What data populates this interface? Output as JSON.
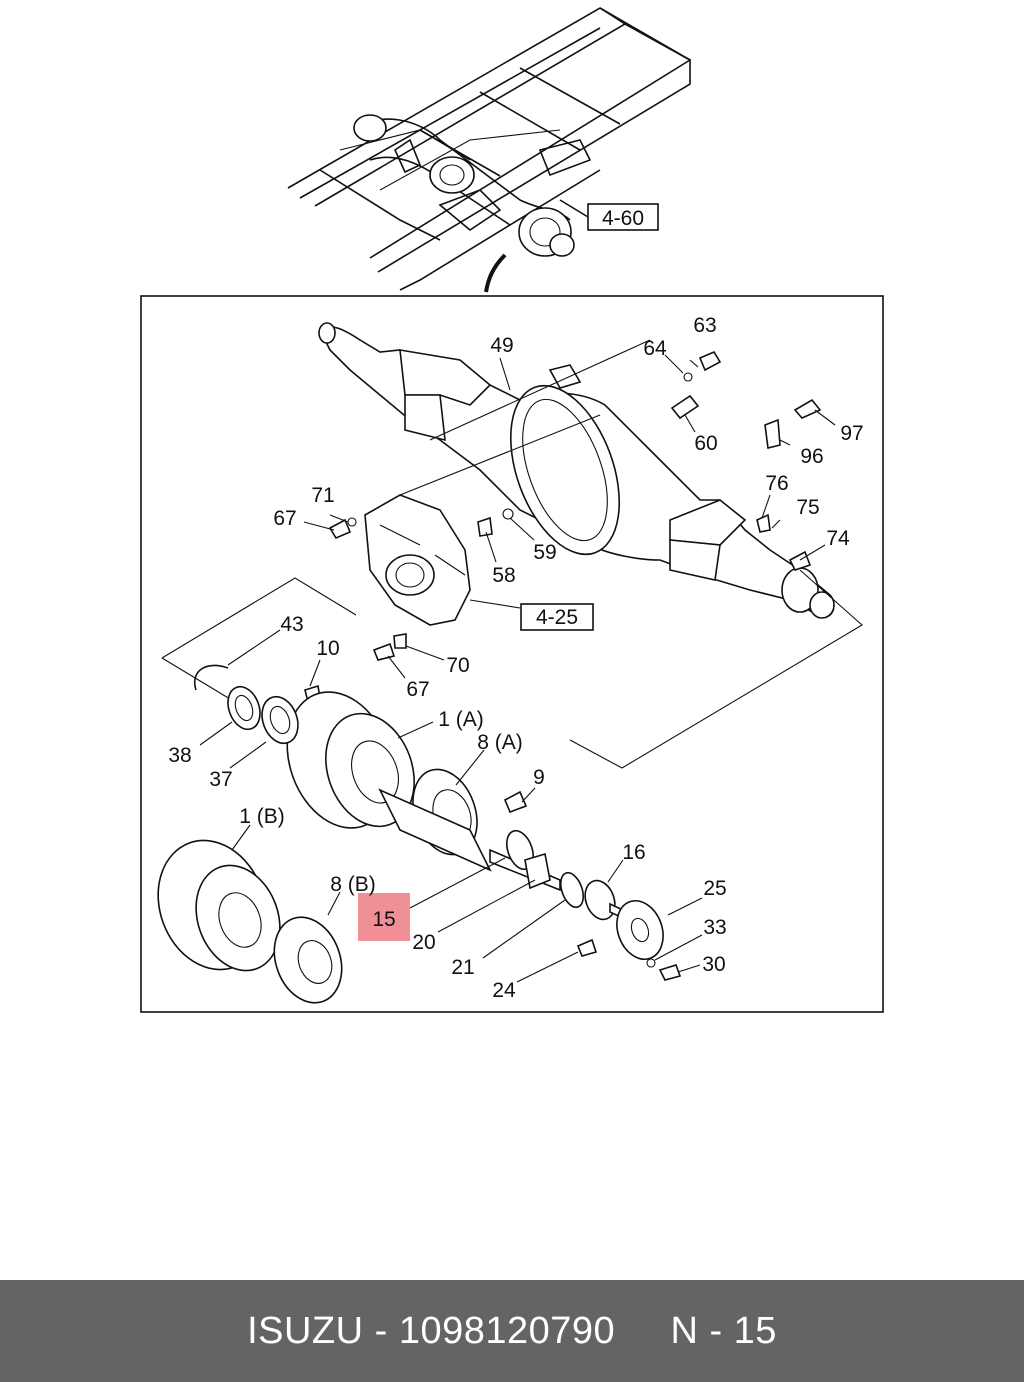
{
  "diagram": {
    "ref_top": "4-60",
    "ref_diff": "4-25",
    "highlight_color": "#f08f96",
    "part_labels": {
      "p63": "63",
      "p64": "64",
      "p49": "49",
      "p97": "97",
      "p60": "60",
      "p96": "96",
      "p76": "76",
      "p75": "75",
      "p74": "74",
      "p71": "71",
      "p67a": "67",
      "p59": "59",
      "p58": "58",
      "p43": "43",
      "p10": "10",
      "p70": "70",
      "p67b": "67",
      "p1a": "1 (A)",
      "p8a": "8 (A)",
      "p38": "38",
      "p37": "37",
      "p9": "9",
      "p1b": "1 (B)",
      "p16": "16",
      "p8b": "8 (B)",
      "p15": "15",
      "p25": "25",
      "p20": "20",
      "p33": "33",
      "p21": "21",
      "p30": "30",
      "p24": "24"
    }
  },
  "footer": {
    "text": "ISUZU - 1098120790     N - 15"
  }
}
